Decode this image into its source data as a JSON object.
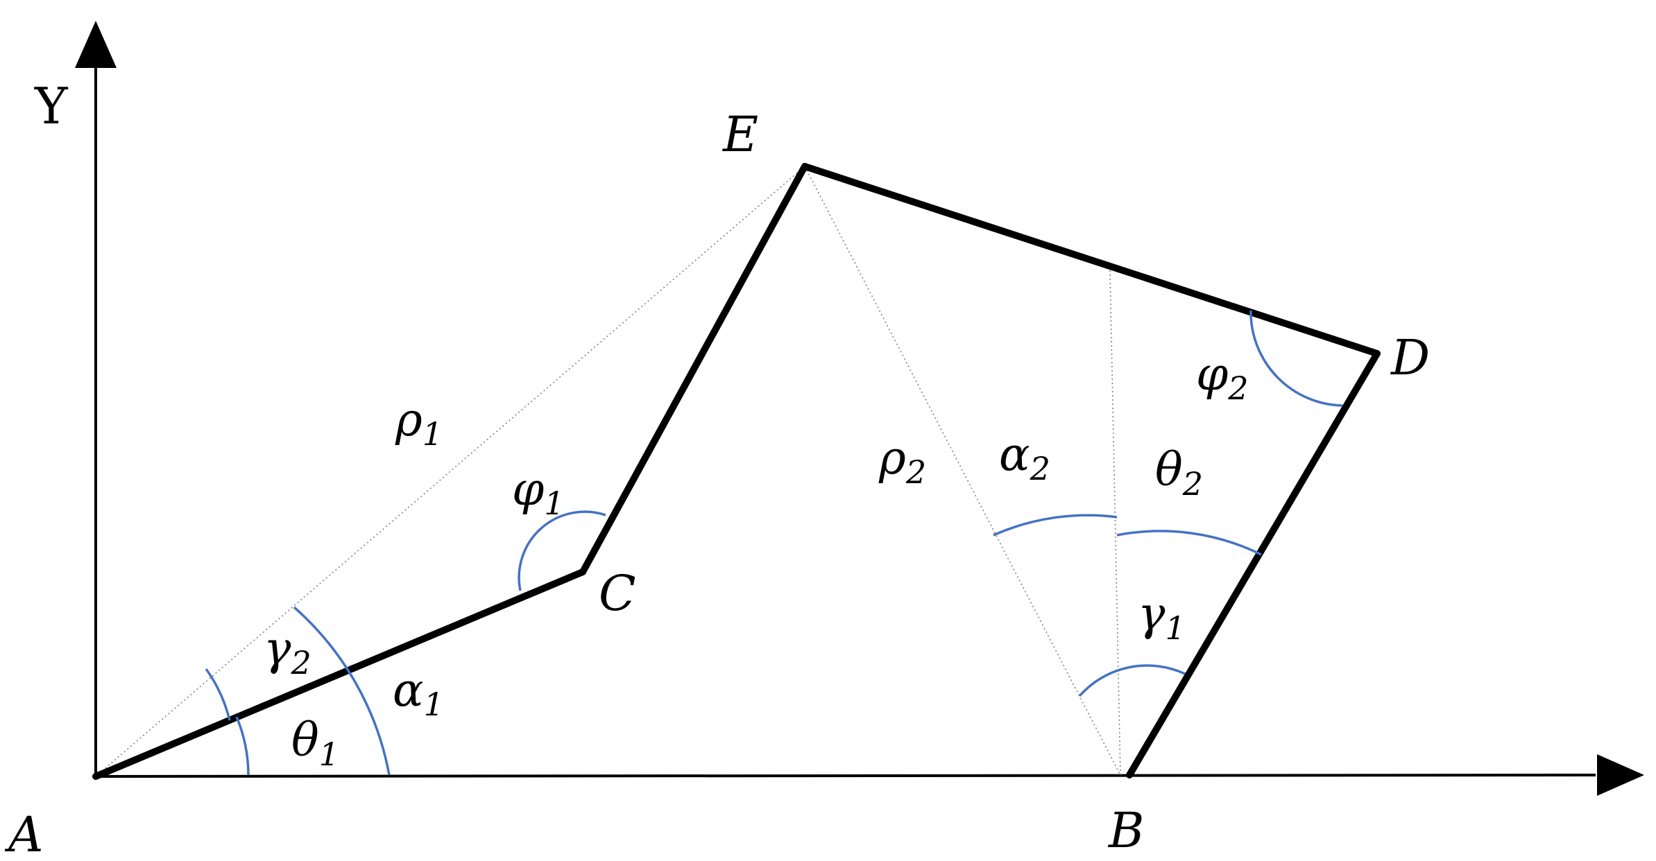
{
  "axes": {
    "y_label": "Y"
  },
  "points": {
    "A": "A",
    "B": "B",
    "C": "C",
    "D": "D",
    "E": "E"
  },
  "angles": {
    "rho1": {
      "symbol": "ρ",
      "sub": "1"
    },
    "rho2": {
      "symbol": "ρ",
      "sub": "2"
    },
    "phi1": {
      "symbol": "φ",
      "sub": "1"
    },
    "phi2": {
      "symbol": "φ",
      "sub": "2"
    },
    "alpha1": {
      "symbol": "α",
      "sub": "1"
    },
    "alpha2": {
      "symbol": "α",
      "sub": "2"
    },
    "gamma1": {
      "symbol": "γ",
      "sub": "1"
    },
    "gamma2": {
      "symbol": "γ",
      "sub": "2"
    },
    "theta1": {
      "symbol": "θ",
      "sub": "1"
    },
    "theta2": {
      "symbol": "θ",
      "sub": "2"
    }
  },
  "colors": {
    "links": "#000000",
    "arcs": "#4472c4",
    "construction": "#808080"
  }
}
